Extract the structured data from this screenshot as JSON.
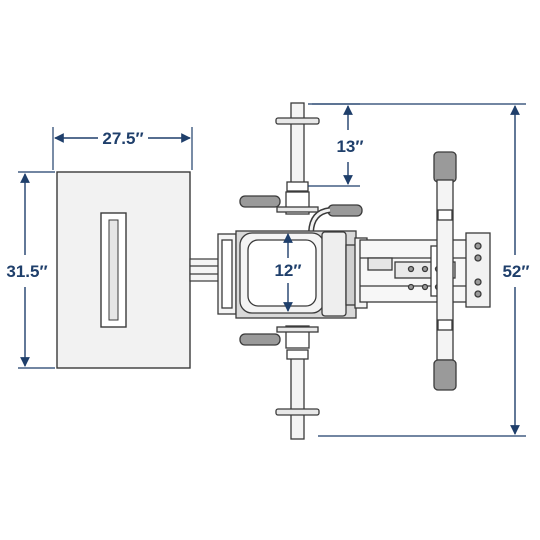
{
  "colors": {
    "dimension": "#1f3f6b",
    "outline": "#3a3a3a",
    "fill_light": "#f2f2f2",
    "fill_mid": "#d9d9d9",
    "fill_dark": "#9a9a9a",
    "background": "#ffffff"
  },
  "dimensions": {
    "platform_width": "27.5″",
    "platform_depth": "31.5″",
    "bar_length_top": "13″",
    "seat_length": "12″",
    "overall_length": "52″"
  }
}
